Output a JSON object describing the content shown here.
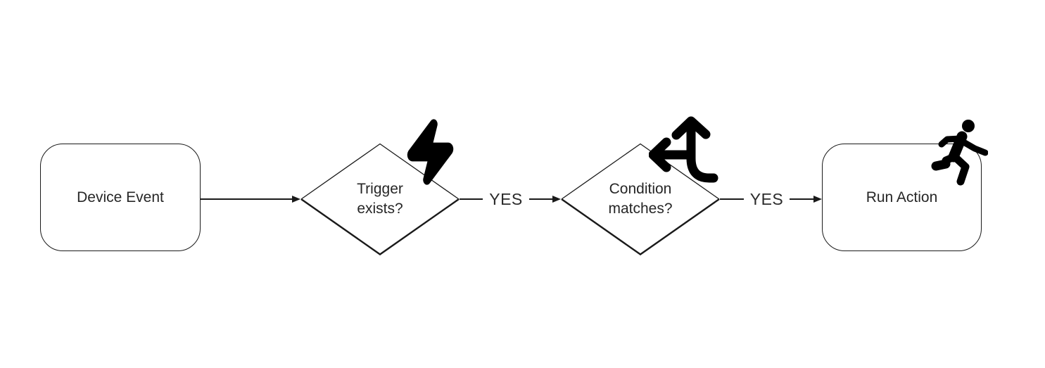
{
  "flowchart": {
    "background": "#ffffff",
    "colors": {
      "node_stroke": "#1a1a1a",
      "text": "#262626",
      "connector": "#1a1a1a",
      "icon": "#000000"
    },
    "nodes": [
      {
        "id": "device-event",
        "shape": "rounded-rectangle",
        "label": "Device Event"
      },
      {
        "id": "trigger-exists",
        "shape": "diamond",
        "label": "Trigger exists?",
        "label_lines": [
          "Trigger",
          "exists?"
        ],
        "icon": "lightning-bolt-icon"
      },
      {
        "id": "condition-matches",
        "shape": "diamond",
        "label": "Condition matches?",
        "label_lines": [
          "Condition",
          "matches?"
        ],
        "icon": "split-arrows-icon"
      },
      {
        "id": "run-action",
        "shape": "rounded-rectangle",
        "label": "Run Action",
        "icon": "person-running-icon"
      }
    ],
    "connectors": [
      {
        "from": "device-event",
        "to": "trigger-exists",
        "label": ""
      },
      {
        "from": "trigger-exists",
        "to": "condition-matches",
        "label": "YES"
      },
      {
        "from": "condition-matches",
        "to": "run-action",
        "label": "YES"
      }
    ]
  }
}
